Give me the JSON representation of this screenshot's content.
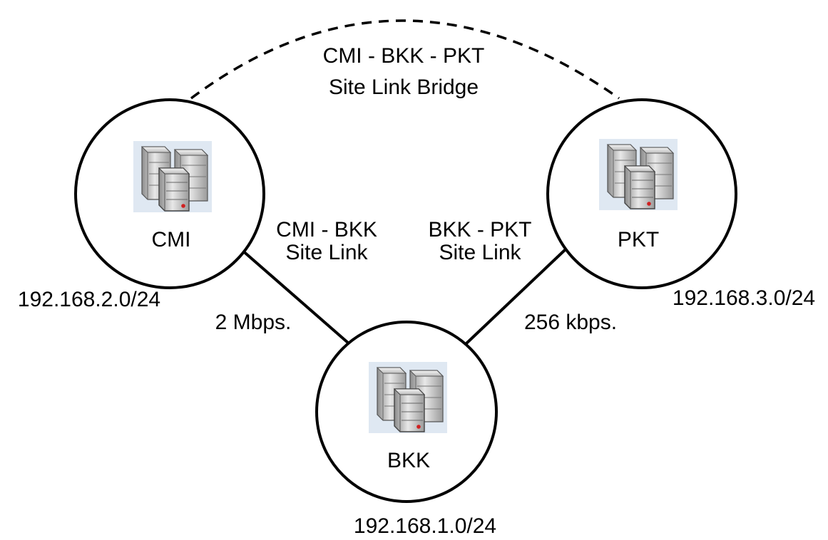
{
  "bridge": {
    "line1": "CMI - BKK - PKT",
    "line2": "Site Link Bridge"
  },
  "sites": {
    "cmi": {
      "name": "CMI",
      "subnet": "192.168.2.0/24"
    },
    "bkk": {
      "name": "BKK",
      "subnet": "192.168.1.0/24"
    },
    "pkt": {
      "name": "PKT",
      "subnet": "192.168.3.0/24"
    }
  },
  "links": {
    "cmi_bkk": {
      "line1": "CMI - BKK",
      "line2": "Site Link",
      "speed": "2 Mbps."
    },
    "bkk_pkt": {
      "line1": "BKK - PKT",
      "line2": "Site Link",
      "speed": "256 kbps."
    }
  },
  "icons": {
    "server": "server-cluster-icon"
  }
}
